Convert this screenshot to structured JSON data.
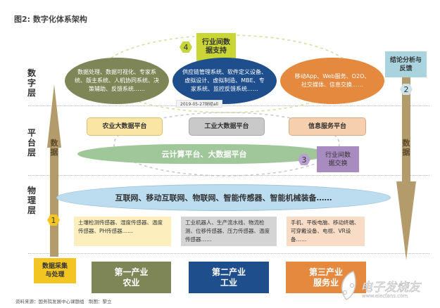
{
  "title": "图2: 数字化体系架构",
  "layers": {
    "digital": "数字层",
    "platform": "平台层",
    "physical": "物理层"
  },
  "arrows": {
    "up_label": "数据",
    "down_label": "数据"
  },
  "step4": {
    "num": "4",
    "label": "行业间数据支持"
  },
  "step2": {
    "num": "2",
    "label": "结论分析与反馈"
  },
  "step3": {
    "num": "3",
    "label": "行业间数据交换"
  },
  "step1": {
    "num": "1",
    "label": "数据采集与处理"
  },
  "digital_ovals": [
    {
      "text": "数据处理、数据可视化、专家系统、版主系统、人机协同系统、决策辅助、反馈系统……",
      "color": "#7e8658"
    },
    {
      "text": "供应链管理系统、软件定义设备、虚拟设计、虚拟制造、MBE、专家系统、监控反馈系统……",
      "color": "#1f4e8c"
    },
    {
      "text": "移动App、Web服务、O2O、社交媒体、信息交换……",
      "color": "#e4893e"
    }
  ],
  "timestamp": "2019-05-27财经all",
  "platforms": [
    {
      "text": "农业大数据平台",
      "color": "#fbe5a4"
    },
    {
      "text": "工业大数据平台",
      "color": "#c9c9c9"
    },
    {
      "text": "信息服务平台",
      "color": "#f6cfae"
    }
  ],
  "cloud": "云计算平台、大数据平台",
  "physical_oval": "互联网、移动互联网、物联网、智能传感器、智能机械装备……",
  "devices": [
    {
      "text": "土壤检测传感器、湿度传感器、温度传感器、PH传感器……",
      "color": "#fdeebd"
    },
    {
      "text": "工业机器人、生产流水线、物流检测、位移传感器、压力传感器、温度传感器……",
      "color": "#d4d4d4"
    },
    {
      "text": "手机、平板电脑、移动终端、可穿戴设备、电视、VR设备……",
      "color": "#f8dcc6"
    }
  ],
  "industries": [
    {
      "line1": "第一产业",
      "line2": "农业",
      "color": "#7e8658"
    },
    {
      "line1": "第二产业",
      "line2": "工业",
      "color": "#1f4e8c"
    },
    {
      "line1": "第三产业",
      "line2": "服务业",
      "color": "#e4893e"
    }
  ],
  "source": "资料来源：国务院发展中心课题组　制图：黎立",
  "watermark": {
    "cn": "电子发烧友",
    "url": "www.elecfans.com"
  }
}
